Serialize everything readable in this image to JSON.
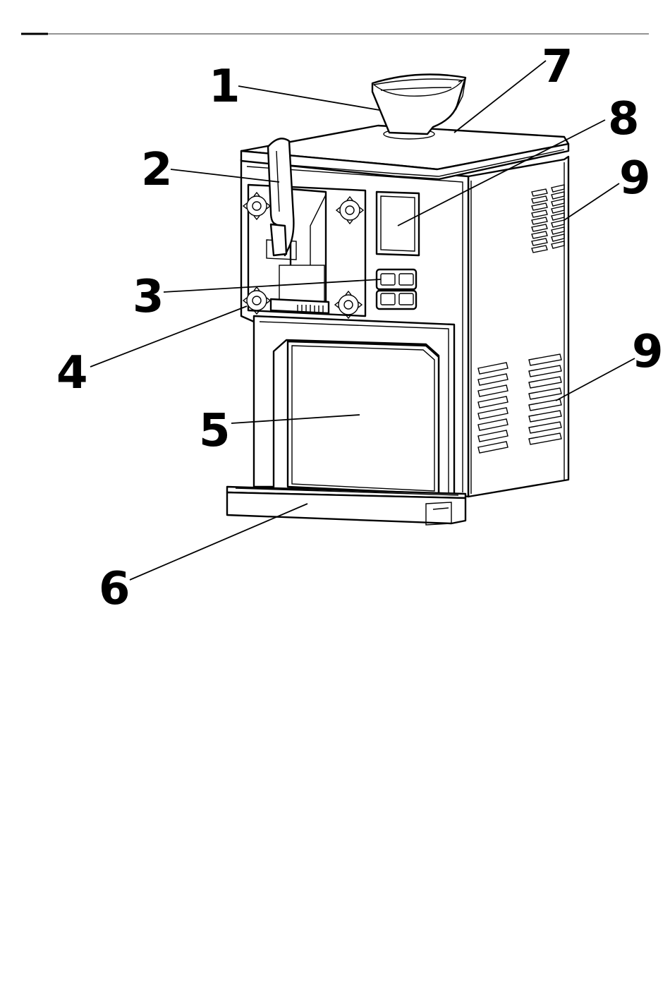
{
  "labels": {
    "l1": "1",
    "l2": "2",
    "l3": "3",
    "l4": "4",
    "l5": "5",
    "l6": "6",
    "l7": "7",
    "l8": "8",
    "l9a": "9",
    "l9b": "9"
  },
  "colors": {
    "ink": "#000000",
    "paper": "#ffffff"
  }
}
